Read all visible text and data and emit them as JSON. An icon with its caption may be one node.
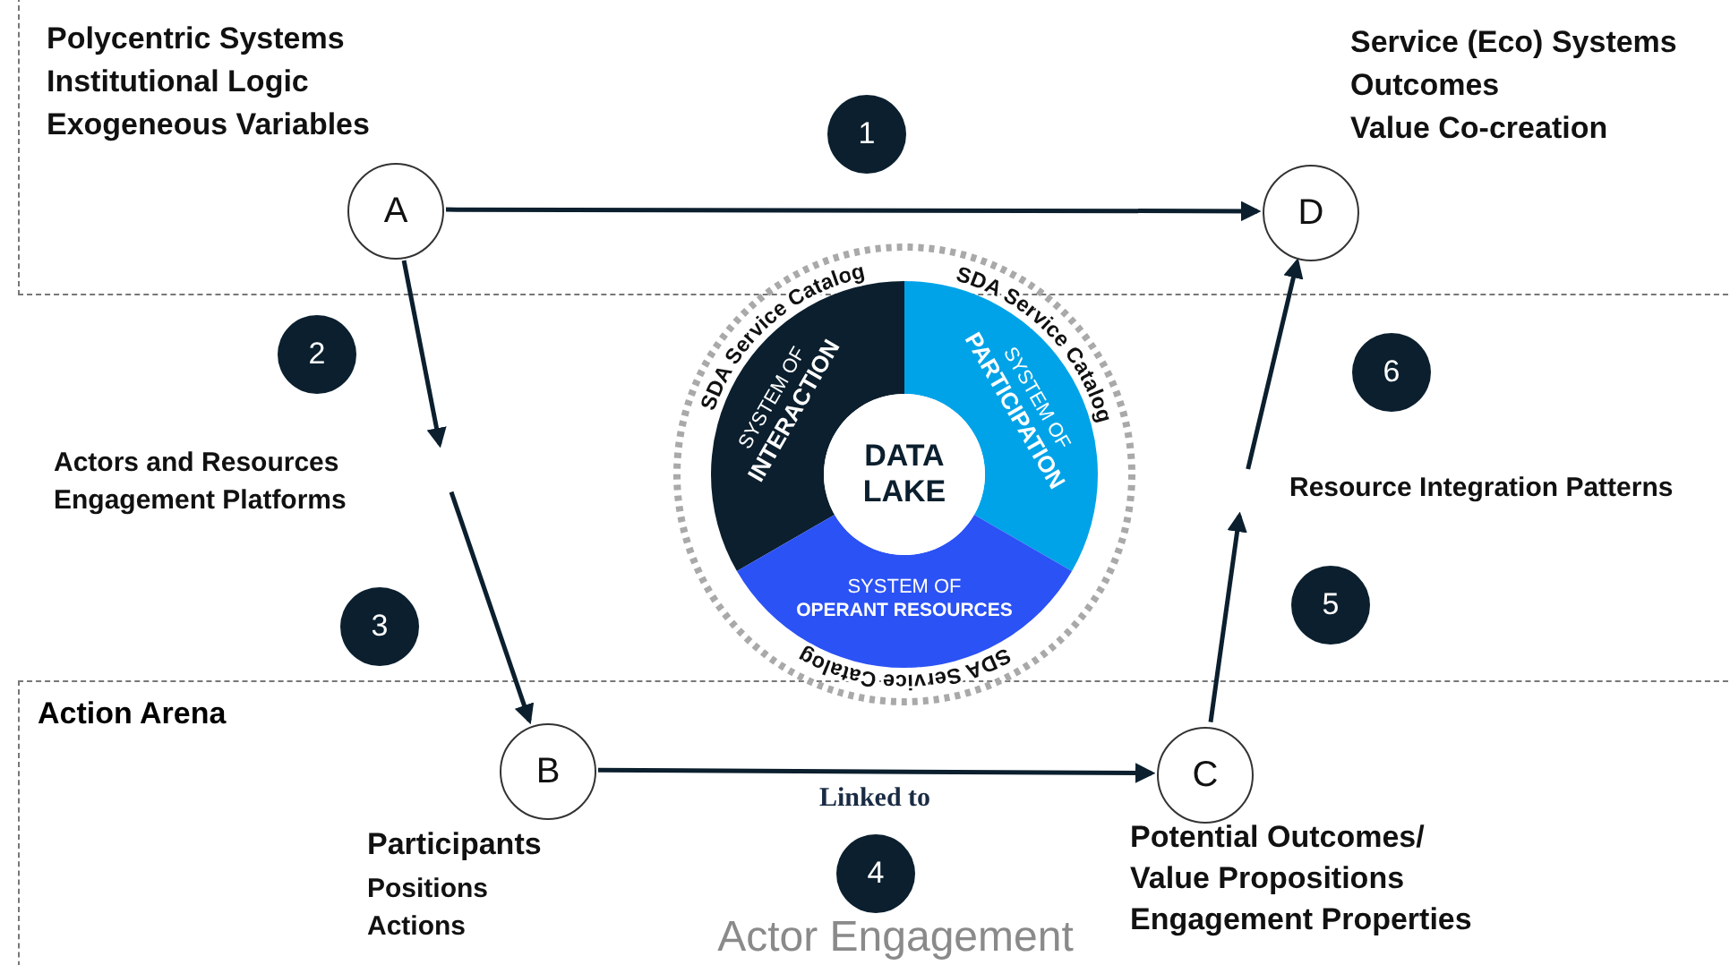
{
  "diagram": {
    "nodes": [
      {
        "text": [],
        "shape": "box"
      },
      {
        "text": [
          "A"
        ],
        "in": 0,
        "beside": [
          "Polycentric Systems",
          "Institutional Logic",
          "Exogeneous Variables"
        ]
      },
      {
        "text": [
          "D"
        ],
        "in": 0,
        "beside": [
          "Service (Eco) Systems",
          "Outcomes",
          "Value Co-creation"
        ]
      },
      {
        "text": [
          "1"
        ],
        "in": 0
      },
      {
        "text": [
          "2"
        ]
      },
      {
        "text": [
          "Actors and Resources Engagement Platforms"
        ]
      },
      {
        "text": [
          "3"
        ]
      },
      {
        "text": [
          "SYSTEM OF",
          "INTERACTION"
        ]
      },
      {
        "text": [
          "SYSTEM OF",
          "PARTICIPATION"
        ]
      },
      {
        "text": [
          "DATA LAKE"
        ]
      },
      {
        "text": [
          "SYSTEM OF",
          "OPERANT RESOURCES"
        ]
      },
      {
        "text": [
          "6"
        ]
      },
      {
        "text": [
          "Resource Integration Patterns"
        ]
      },
      {
        "text": [
          "5"
        ]
      },
      {
        "text": [
          "Action Arena"
        ]
      },
      {
        "text": [
          "B"
        ],
        "in": 14,
        "beside": [
          "Participants",
          "Positions",
          "Actions"
        ]
      },
      {
        "text": [
          "C"
        ],
        "in": 14,
        "beside": [
          "Potential Outcomes/",
          "Value Propositions",
          "Engagement Properties"
        ]
      },
      {
        "text": [
          "4"
        ],
        "in": 14
      }
    ],
    "edges": [
      {
        "from": 1,
        "to": 2,
        "arrow": "to"
      },
      {
        "from": 1,
        "to": 5,
        "arrow": "to"
      },
      {
        "from": 5,
        "to": 15,
        "arrow": "to"
      },
      {
        "from": 15,
        "to": 16,
        "arrow": "to",
        "label": "Linked to"
      },
      {
        "from": 16,
        "to": 12,
        "arrow": "to"
      },
      {
        "from": 12,
        "to": 2,
        "arrow": "to"
      }
    ],
    "labels": [
      "SDA Service Catalog",
      "SDA Service Catalog",
      "SDA Service Catalog",
      "Actor Engagement"
    ]
  }
}
